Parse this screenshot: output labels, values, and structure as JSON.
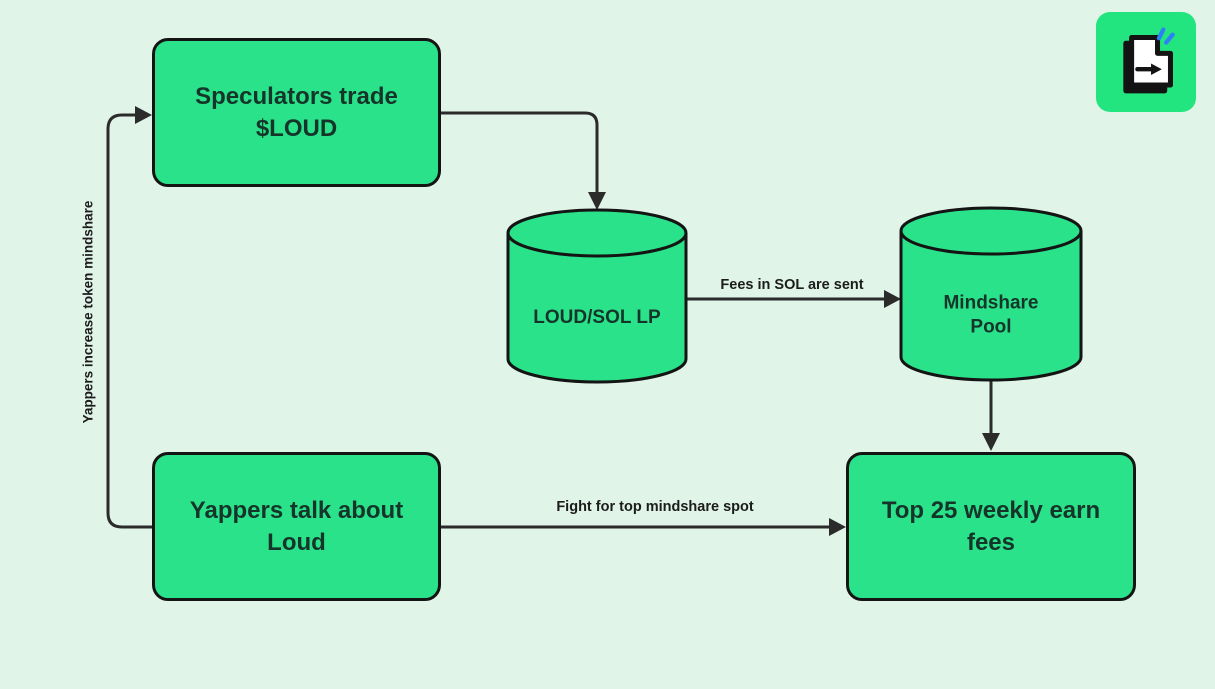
{
  "colors": {
    "background": "#e0f4e8",
    "node_green": "#2ae28a",
    "logo_green": "#22e57f",
    "outline": "#141414",
    "node_text": "#16352a",
    "edge_text": "#1c1c1c",
    "logo_blue": "#2f7ff7"
  },
  "nodes": {
    "speculators": {
      "label": "Speculators trade $LOUD",
      "shape": "rounded-rect"
    },
    "loud_sol_lp": {
      "label": "LOUD/SOL LP",
      "shape": "cylinder"
    },
    "mindshare_pool": {
      "label": "Mindshare Pool",
      "shape": "cylinder"
    },
    "yappers": {
      "label": "Yappers talk about Loud",
      "shape": "rounded-rect"
    },
    "top25": {
      "label": "Top 25 weekly earn fees",
      "shape": "rounded-rect"
    }
  },
  "edges": {
    "yappers_mindshare": {
      "from": "yappers",
      "to": "speculators",
      "label": "Yappers increase token mindshare"
    },
    "trade_to_lp": {
      "from": "speculators",
      "to": "loud_sol_lp",
      "label": ""
    },
    "fees": {
      "from": "loud_sol_lp",
      "to": "mindshare_pool",
      "label": "Fees in SOL are sent"
    },
    "pool_to_top25": {
      "from": "mindshare_pool",
      "to": "top25",
      "label": ""
    },
    "fight": {
      "from": "yappers",
      "to": "top25",
      "label": "Fight for top mindshare spot"
    }
  },
  "logo": {
    "icon": "enter-key-arrow-icon"
  }
}
